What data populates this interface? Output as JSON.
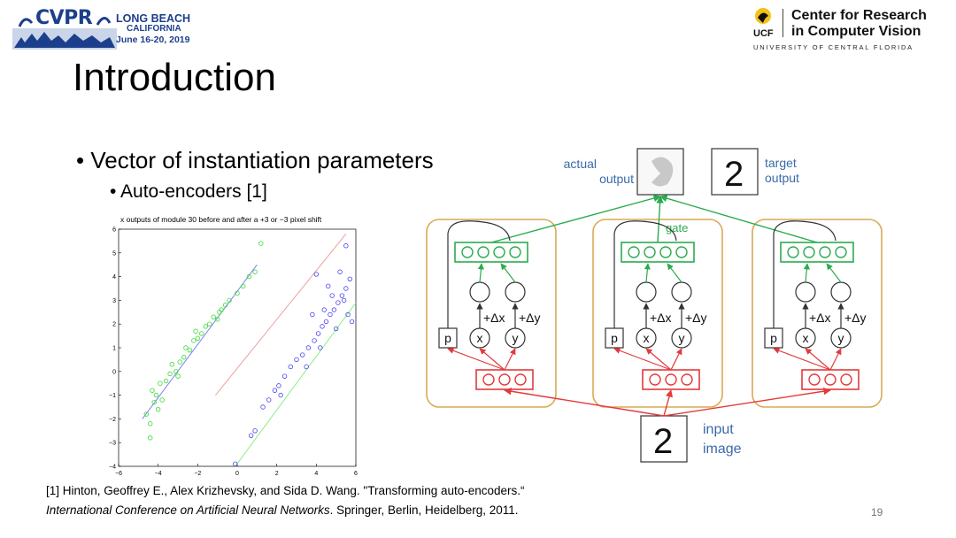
{
  "header": {
    "cvpr_logo": "CVPR",
    "cvpr_location_line1": "LONG BEACH",
    "cvpr_location_line2": "CALIFORNIA",
    "cvpr_dates": "June 16-20, 2019",
    "ucf_logo_text": "UCF",
    "center_line1": "Center for Research",
    "center_line2": "in Computer Vision",
    "university": "UNIVERSITY OF CENTRAL FLORIDA"
  },
  "slide": {
    "title": "Introduction",
    "bullet_level1": "Vector of instantiation parameters",
    "bullet_level2": "Auto-encoders [1]",
    "page_number": "19"
  },
  "reference": {
    "line1": "[1] Hinton, Geoffrey E., Alex Krizhevsky, and Sida D. Wang. \"Transforming auto-encoders.“",
    "venue_italic": "International Conference on Artificial Neural Networks",
    "line2_rest": ". Springer, Berlin, Heidelberg, 2011."
  },
  "chart_data": {
    "type": "scatter",
    "title": "x outputs of module 30 before and after a +3 or −3 pixel shift",
    "xlim": [
      -6,
      6
    ],
    "ylim": [
      -4,
      6
    ],
    "xticks": [
      "−6",
      "−4",
      "−2",
      "0",
      "2",
      "4",
      "6"
    ],
    "yticks": [
      "−4",
      "−3",
      "−2",
      "−1",
      "0",
      "1",
      "2",
      "3",
      "4",
      "5",
      "6"
    ],
    "series": [
      {
        "color": "#33dd33",
        "marker": "circle",
        "points": [
          [
            -4.6,
            -1.8
          ],
          [
            -4.4,
            -2.2
          ],
          [
            -4.2,
            -1.3
          ],
          [
            -4.3,
            -0.8
          ],
          [
            -4.1,
            -1.0
          ],
          [
            -3.9,
            -0.5
          ],
          [
            -3.8,
            -1.2
          ],
          [
            -3.6,
            -0.4
          ],
          [
            -3.4,
            -0.1
          ],
          [
            -3.3,
            0.3
          ],
          [
            -3.1,
            0.0
          ],
          [
            -2.9,
            0.4
          ],
          [
            -2.7,
            0.6
          ],
          [
            -2.6,
            1.0
          ],
          [
            -2.4,
            0.9
          ],
          [
            -2.2,
            1.3
          ],
          [
            -2.0,
            1.4
          ],
          [
            -1.8,
            1.6
          ],
          [
            -1.6,
            1.9
          ],
          [
            -1.4,
            2.0
          ],
          [
            -1.2,
            2.3
          ],
          [
            -1.0,
            2.2
          ],
          [
            -0.8,
            2.6
          ],
          [
            -0.6,
            2.8
          ],
          [
            -0.4,
            3.0
          ],
          [
            0.0,
            3.3
          ],
          [
            0.3,
            3.6
          ],
          [
            0.6,
            4.0
          ],
          [
            0.9,
            4.2
          ],
          [
            1.2,
            5.4
          ],
          [
            -4.4,
            -2.8
          ],
          [
            -3.0,
            -0.2
          ],
          [
            -2.1,
            1.7
          ],
          [
            -0.9,
            2.5
          ],
          [
            -4.0,
            -1.6
          ]
        ]
      },
      {
        "color": "#4444ee",
        "marker": "circle",
        "points": [
          [
            -0.1,
            -3.9
          ],
          [
            0.7,
            -2.7
          ],
          [
            0.9,
            -2.5
          ],
          [
            1.3,
            -1.5
          ],
          [
            1.6,
            -1.2
          ],
          [
            1.9,
            -0.8
          ],
          [
            2.1,
            -0.6
          ],
          [
            2.4,
            -0.2
          ],
          [
            2.7,
            0.2
          ],
          [
            3.0,
            0.5
          ],
          [
            3.3,
            0.7
          ],
          [
            3.6,
            1.0
          ],
          [
            3.9,
            1.3
          ],
          [
            4.1,
            1.6
          ],
          [
            4.3,
            1.9
          ],
          [
            4.5,
            2.1
          ],
          [
            4.7,
            2.4
          ],
          [
            4.9,
            2.6
          ],
          [
            5.1,
            2.9
          ],
          [
            5.3,
            3.2
          ],
          [
            5.5,
            3.5
          ],
          [
            5.7,
            3.9
          ],
          [
            4.0,
            4.1
          ],
          [
            4.6,
            3.6
          ],
          [
            5.0,
            1.8
          ],
          [
            5.6,
            2.4
          ],
          [
            5.8,
            2.1
          ],
          [
            4.4,
            2.6
          ],
          [
            3.8,
            2.4
          ],
          [
            5.2,
            4.2
          ],
          [
            5.4,
            3.0
          ],
          [
            4.8,
            3.2
          ],
          [
            3.5,
            0.2
          ],
          [
            2.2,
            -1.0
          ],
          [
            5.5,
            5.3
          ],
          [
            4.2,
            1.0
          ]
        ]
      }
    ],
    "fit_lines": [
      {
        "color": "#8080ee",
        "x": [
          -4.8,
          1.0
        ],
        "y": [
          -2.0,
          4.5
        ]
      },
      {
        "color": "#f0a0a0",
        "x": [
          -1.1,
          5.5
        ],
        "y": [
          -1.0,
          5.8
        ]
      },
      {
        "color": "#88ee88",
        "x": [
          -0.1,
          6.0
        ],
        "y": [
          -4.0,
          2.9
        ]
      }
    ]
  },
  "diagram": {
    "actual_output_label": [
      "actual",
      "output"
    ],
    "target_output_label": [
      "target",
      "output"
    ],
    "gate_label": "gate",
    "input_label": [
      "input",
      "image"
    ],
    "p_label": "p",
    "x_label": "x",
    "y_label": "y",
    "dx_label": "+Δx",
    "dy_label": "+Δy",
    "digit": "2",
    "colors": {
      "green": "#2bab4f",
      "red": "#e23a3a",
      "box": "#d9aa55",
      "label_blue": "#3a6aa8",
      "dark": "#333333"
    }
  }
}
